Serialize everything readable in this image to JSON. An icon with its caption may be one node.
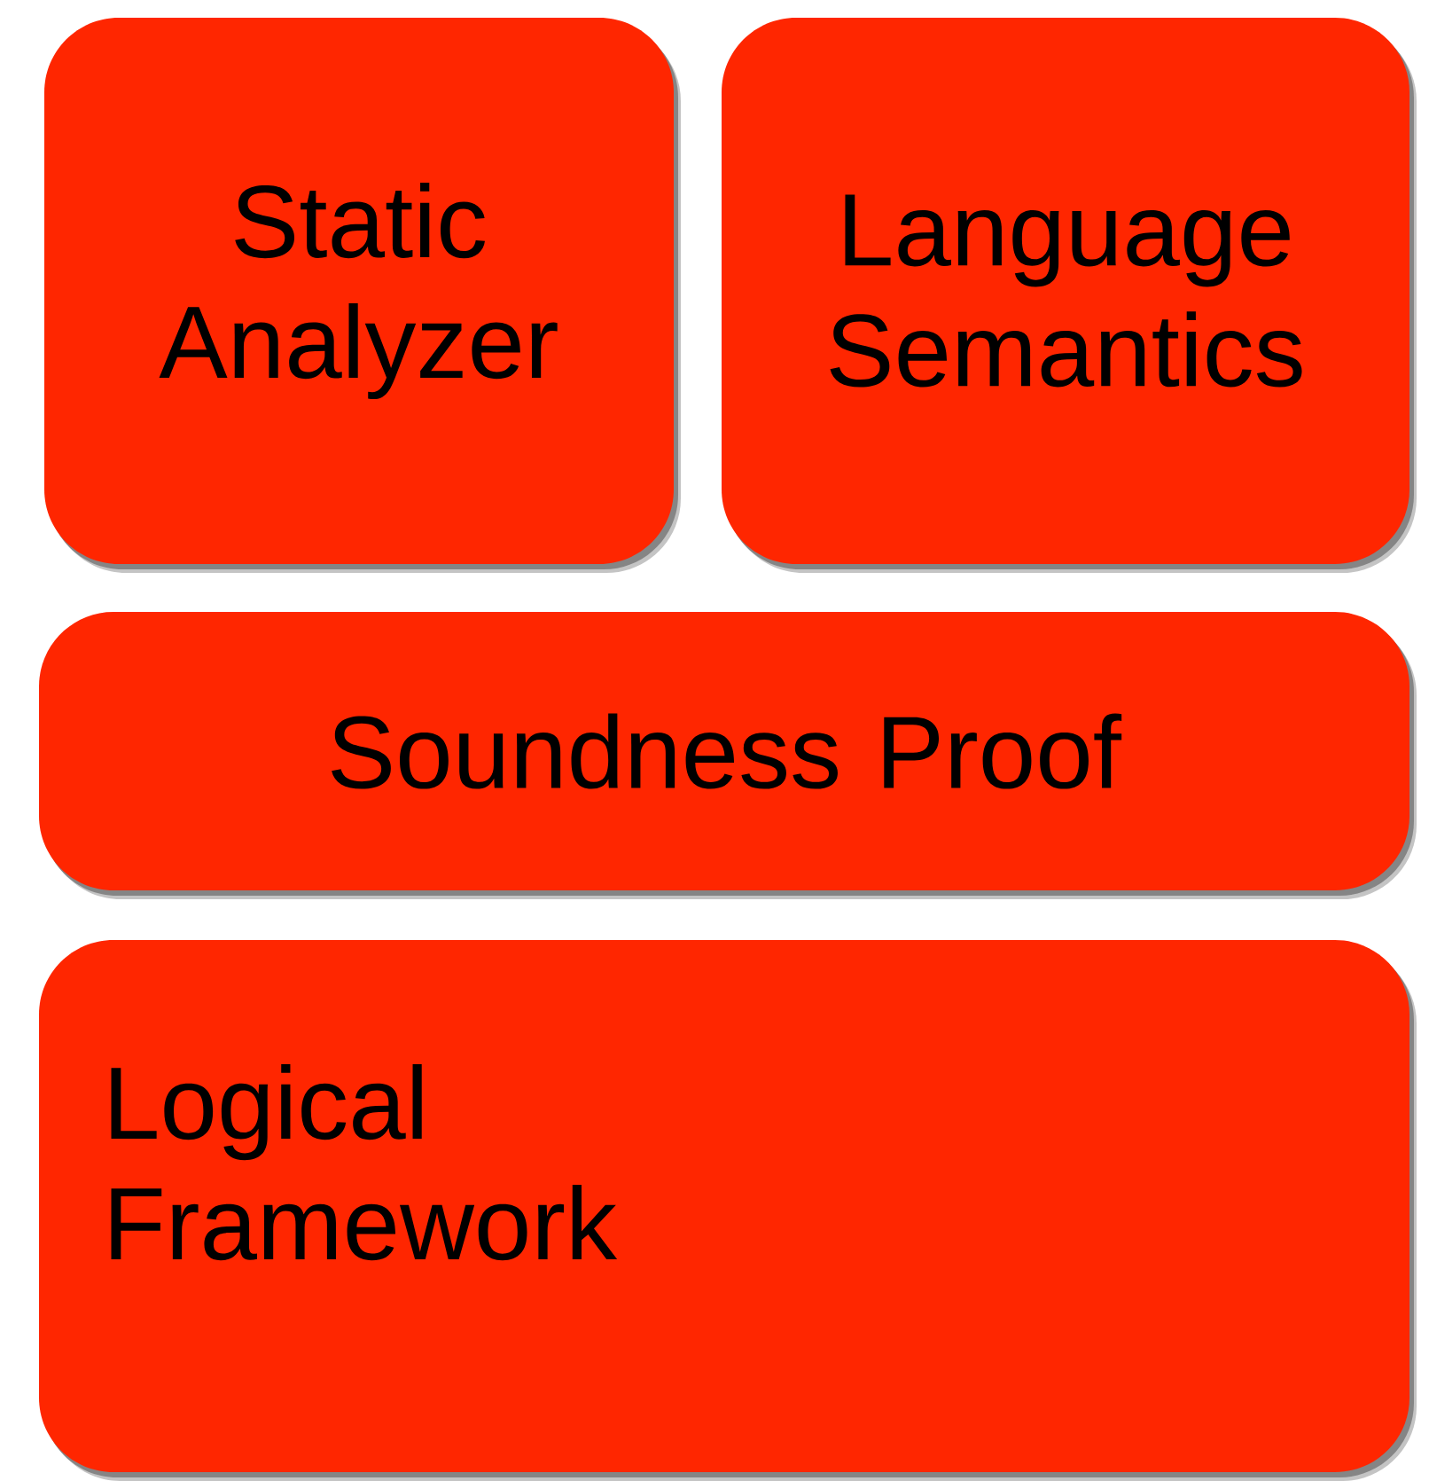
{
  "diagram": {
    "nodes": [
      {
        "text": [
          "Static Analyzer"
        ]
      },
      {
        "text": [
          "Language Semantics"
        ]
      },
      {
        "text": [
          "Soundness Proof"
        ]
      },
      {
        "text": [
          "Logical Framework"
        ]
      }
    ]
  }
}
